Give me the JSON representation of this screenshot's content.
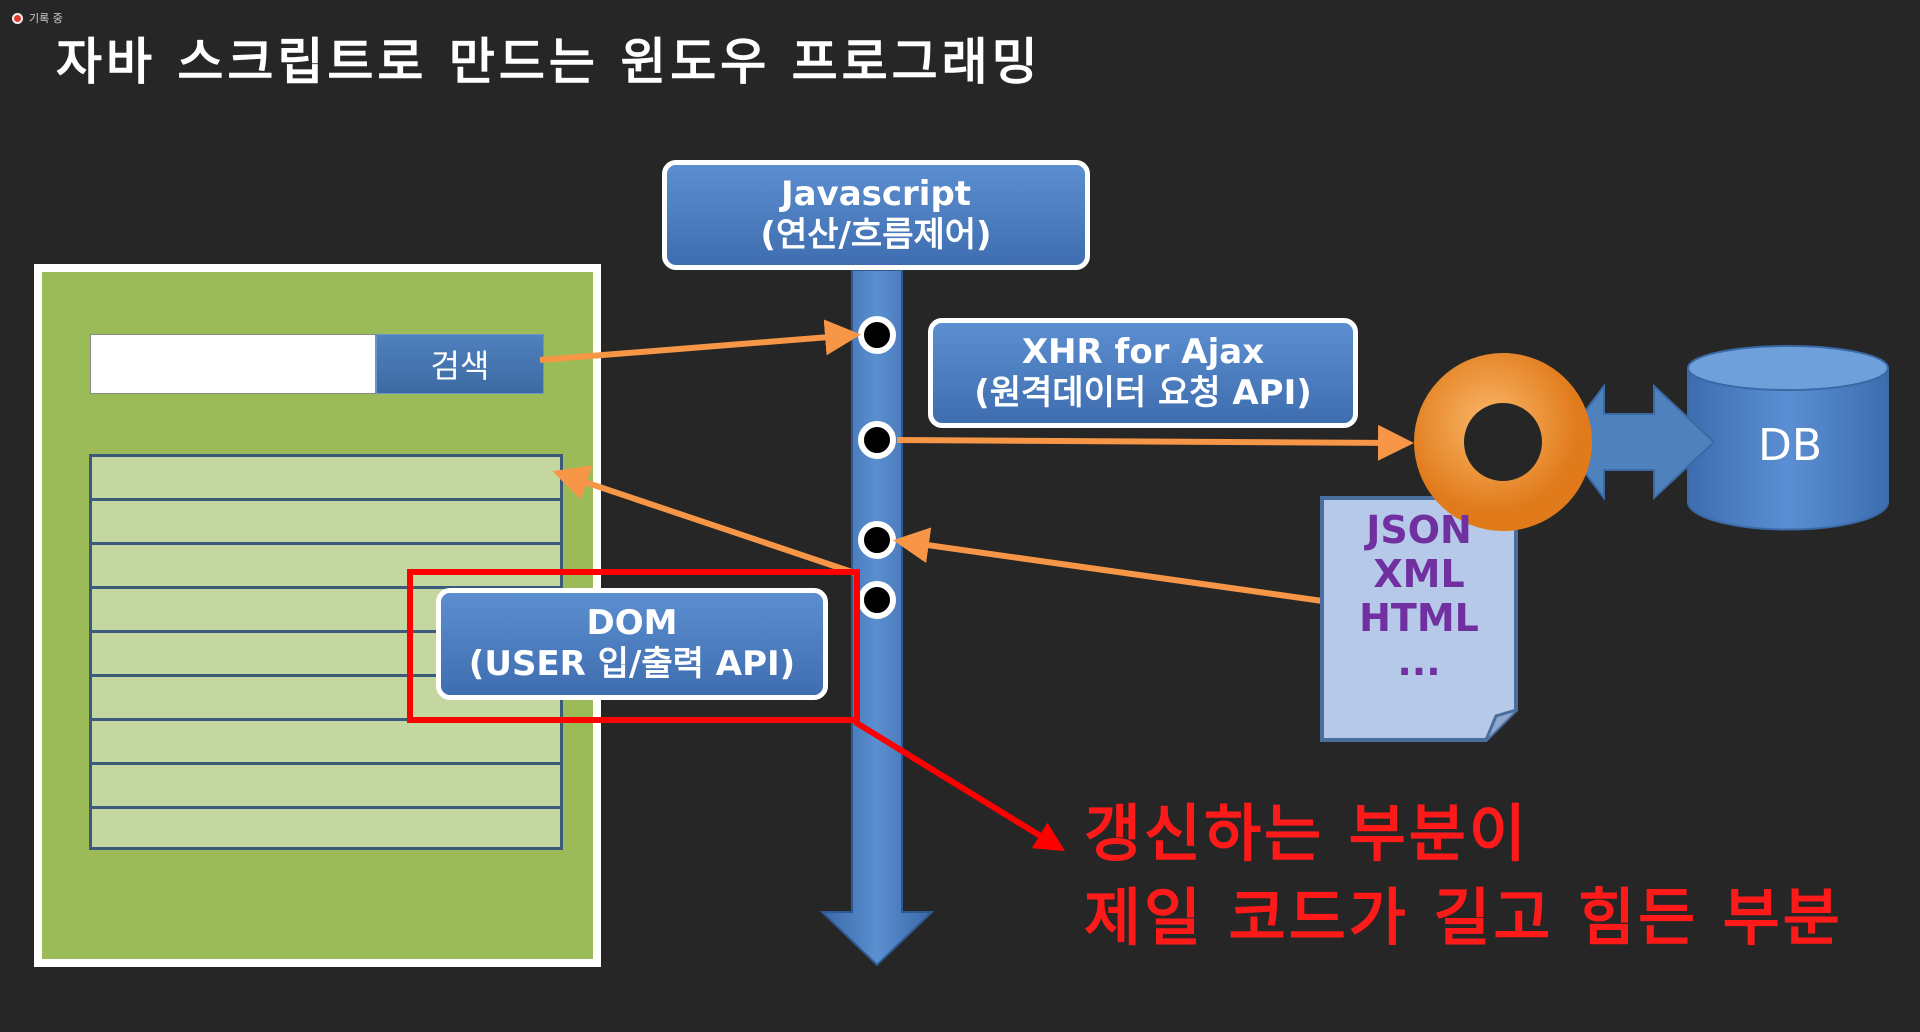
{
  "recording_indicator": "기록 중",
  "title": "자바 스크립트로 만드는 윈도우 프로그래밍",
  "browser_mock": {
    "search_button_label": "검색",
    "table_rows": 9
  },
  "javascript_box": {
    "line1": "Javascript",
    "line2": "(연산/흐름제어)"
  },
  "xhr_box": {
    "line1": "XHR for Ajax",
    "line2": "(원격데이터 요청 API)"
  },
  "dom_box": {
    "line1": "DOM",
    "line2": "(USER 입/출력 API)"
  },
  "document": {
    "lines": [
      "JSON",
      "XML",
      "HTML",
      "..."
    ]
  },
  "database": {
    "label": "DB"
  },
  "callout": {
    "line1": "갱신하는 부분이",
    "line2": "제일 코드가 길고 힘든 부분"
  },
  "colors": {
    "background": "#262626",
    "page_green": "#9bbb59",
    "row_green": "#c5d7a0",
    "box_blue": "#4f81bd",
    "arrow_orange": "#f79646",
    "highlight_red": "#ff0000",
    "doc_purple": "#7030a0"
  }
}
